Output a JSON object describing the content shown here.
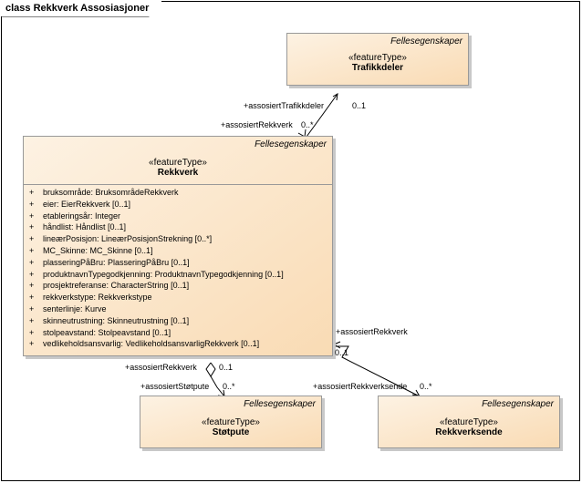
{
  "diagram": {
    "title": "class Rekkverk Assosiasjoner"
  },
  "classes": {
    "trafikkdeler": {
      "tag": "Fellesegenskaper",
      "stereotype": "«featureType»",
      "name": "Trafikkdeler"
    },
    "rekkverk": {
      "tag": "Fellesegenskaper",
      "stereotype": "«featureType»",
      "name": "Rekkverk",
      "attributes": [
        {
          "vis": "+",
          "text": "bruksområde: BruksområdeRekkverk"
        },
        {
          "vis": "+",
          "text": "eier: EierRekkverk [0..1]"
        },
        {
          "vis": "+",
          "text": "etableringsår: Integer"
        },
        {
          "vis": "+",
          "text": "håndlist: Håndlist [0..1]"
        },
        {
          "vis": "+",
          "text": "lineærPosisjon: LineærPosisjonStrekning [0..*]"
        },
        {
          "vis": "+",
          "text": "MC_Skinne: MC_Skinne [0..1]"
        },
        {
          "vis": "+",
          "text": "plasseringPåBru: PlasseringPåBru [0..1]"
        },
        {
          "vis": "+",
          "text": "produktnavnTypegodkjenning: ProduktnavnTypegodkjenning [0..1]"
        },
        {
          "vis": "+",
          "text": "prosjektreferanse: CharacterString [0..1]"
        },
        {
          "vis": "+",
          "text": "rekkverkstype: Rekkverkstype"
        },
        {
          "vis": "+",
          "text": "senterlinje: Kurve"
        },
        {
          "vis": "+",
          "text": "skinneutrustning: Skinneutrustning [0..1]"
        },
        {
          "vis": "+",
          "text": "stolpeavstand: Stolpeavstand [0..1]"
        },
        {
          "vis": "+",
          "text": "vedlikeholdsansvarlig: VedlikeholdsansvarligRekkverk [0..1]"
        }
      ]
    },
    "stotpute": {
      "tag": "Fellesegenskaper",
      "stereotype": "«featureType»",
      "name": "Støtpute"
    },
    "rekkverksende": {
      "tag": "Fellesegenskaper",
      "stereotype": "«featureType»",
      "name": "Rekkverksende"
    }
  },
  "associations": {
    "trafikkdeler_role": "+assosiertTrafikkdeler",
    "trafikkdeler_mult": "0..1",
    "rekkverk_role_top": "+assosiertRekkverk",
    "rekkverk_mult_top": "0..*",
    "rekkverk_role_bottom": "+assosiertRekkverk",
    "rekkverk_mult_bottom": "0..1",
    "stotpute_role": "+assosiertStøtpute",
    "stotpute_mult": "0..*",
    "rekkverk_role_right": "+assosiertRekkverk",
    "rekkverk_mult_right": "0..1",
    "rekkverksende_role": "+assosiertRekkverksende",
    "rekkverksende_mult": "0..*"
  }
}
